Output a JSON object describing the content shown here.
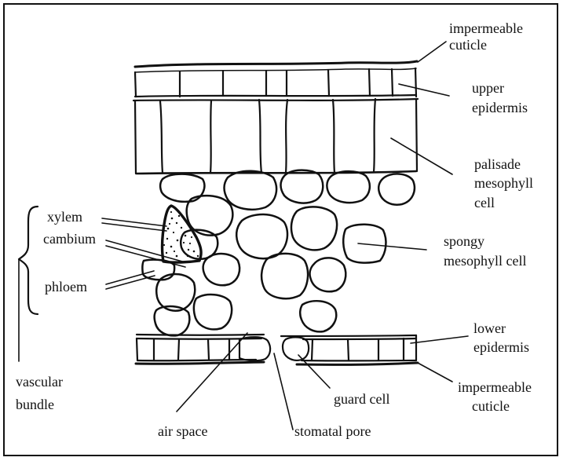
{
  "labels": {
    "cuticle_top_l1": "impermeable",
    "cuticle_top_l2": "cuticle",
    "upper_epidermis_l1": "upper",
    "upper_epidermis_l2": "epidermis",
    "palisade_l1": "palisade",
    "palisade_l2": "mesophyll",
    "palisade_l3": "cell",
    "spongy_l1": "spongy",
    "spongy_l2": "mesophyll cell",
    "lower_epidermis_l1": "lower",
    "lower_epidermis_l2": "epidermis",
    "cuticle_bottom_l1": "impermeable",
    "cuticle_bottom_l2": "cuticle",
    "xylem": "xylem",
    "cambium": "cambium",
    "phloem": "phloem",
    "vascular_l1": "vascular",
    "vascular_l2": "bundle",
    "guard_cell": "guard cell",
    "air_space": "air space",
    "stomatal_pore": "stomatal pore"
  }
}
